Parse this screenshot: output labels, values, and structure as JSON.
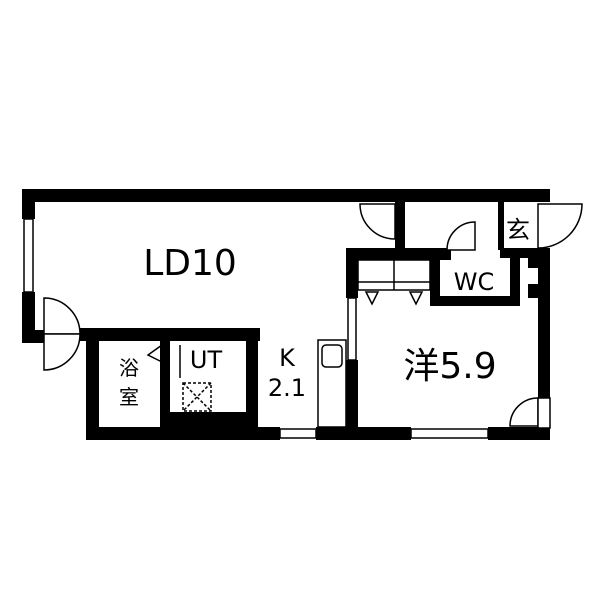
{
  "rooms": {
    "ld": "LD10",
    "western": "洋5.9",
    "wc": "WC",
    "entrance": "玄",
    "bath_line1": "浴",
    "bath_line2": "室",
    "utility": "UT",
    "kitchen_line1": "K",
    "kitchen_line2": "2.1"
  },
  "colors": {
    "wall": "#000000",
    "background": "#ffffff"
  }
}
